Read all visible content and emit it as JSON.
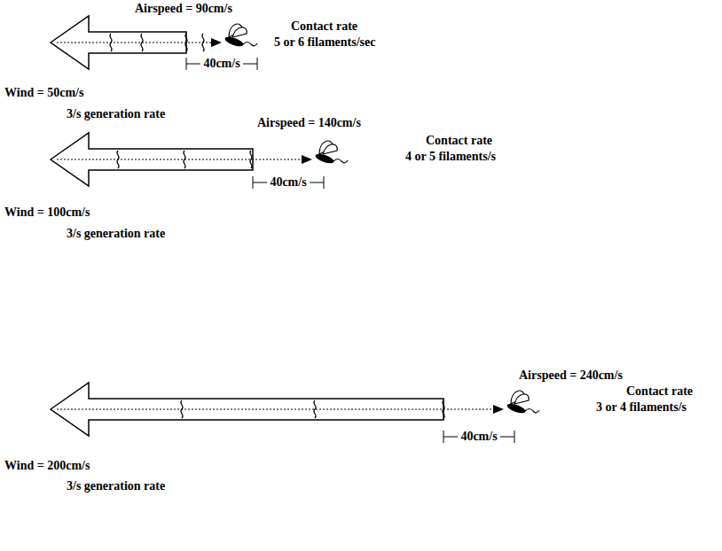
{
  "diagram": {
    "labels": [
      "Airspeed = 90cm/s",
      "Contact rate",
      "5 or 6 filaments/sec",
      "40cm/s",
      "Wind = 50cm/s",
      "3/s generation rate",
      "Airspeed = 140cm/s",
      "Contact rate",
      "4 or 5 filaments/s",
      "40cm/s",
      "Wind = 100cm/s",
      "3/s generation rate",
      "Airspeed = 240cm/s",
      "Contact rate",
      "3 or 4 filaments/s",
      "40cm/s",
      "Wind = 200cm/s",
      "3/s generation rate"
    ]
  }
}
